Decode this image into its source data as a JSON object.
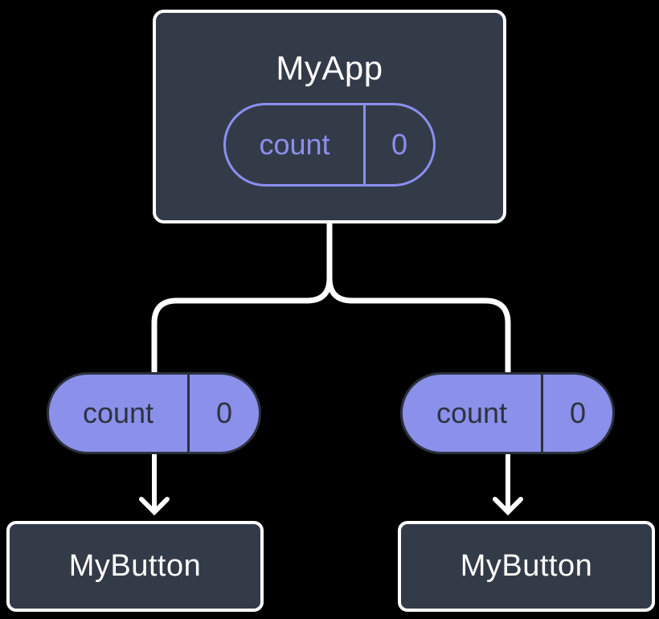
{
  "colors": {
    "background": "#000000",
    "component_fill": "#343B48",
    "component_border": "#FFFFFF",
    "accent_purple": "#8A8FF0",
    "pill_fill": "#8B90EA",
    "pill_border": "#2B313C",
    "pill_text_dark": "#2D3340",
    "connector": "#FFFFFF"
  },
  "tree": {
    "root": {
      "title": "MyApp",
      "state": {
        "label": "count",
        "value": "0"
      }
    },
    "children": [
      {
        "title": "MyButton",
        "prop": {
          "label": "count",
          "value": "0"
        }
      },
      {
        "title": "MyButton",
        "prop": {
          "label": "count",
          "value": "0"
        }
      }
    ]
  }
}
